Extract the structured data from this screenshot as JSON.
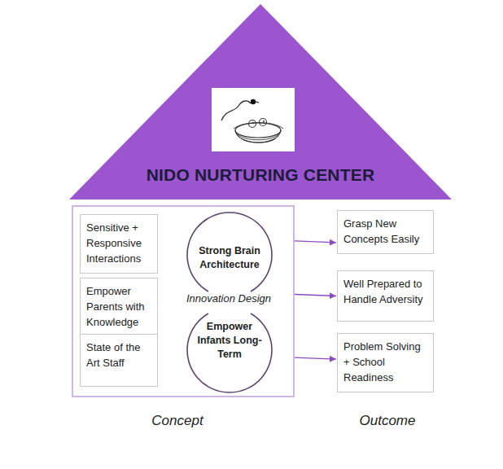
{
  "diagram": {
    "nodes": [
      {
        "text": [
          "NIDO NURTURING CENTER"
        ]
      },
      {
        "text": []
      },
      {
        "text": [
          "Sensitive + Responsive Interactions"
        ],
        "in": 1
      },
      {
        "text": [
          "Empower Parents with Knowledge"
        ],
        "in": 1
      },
      {
        "text": [
          "State of the Art Staff"
        ],
        "in": 1
      },
      {
        "text": [
          "Strong Brain Architecture"
        ],
        "in": 1
      },
      {
        "text": [
          "Empower Infants Long-Term"
        ],
        "in": 1
      },
      {
        "text": [
          "Grasp New Concepts Easily"
        ]
      },
      {
        "text": [
          "Well Prepared to Handle Adversity"
        ]
      },
      {
        "text": [
          "Problem Solving + School Readiness"
        ]
      }
    ],
    "edges": [
      {
        "from": 1,
        "to": 7,
        "arrow": "to"
      },
      {
        "from": 1,
        "to": 8,
        "arrow": "to"
      },
      {
        "from": 1,
        "to": 9,
        "arrow": "to"
      }
    ],
    "labels": [
      "Innovation Design",
      "Concept",
      "Outcome"
    ]
  }
}
